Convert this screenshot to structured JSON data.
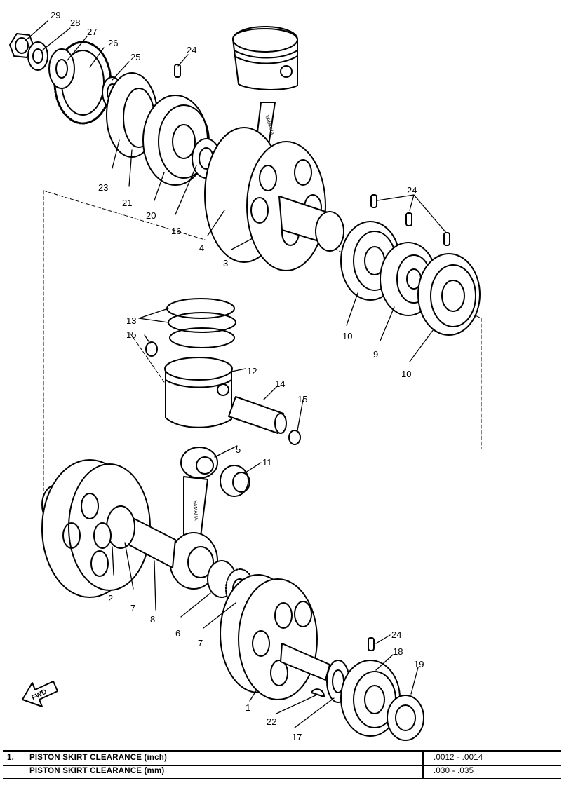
{
  "labels": [
    {
      "id": "29",
      "text": "29"
    },
    {
      "id": "28",
      "text": "28"
    },
    {
      "id": "27",
      "text": "27"
    },
    {
      "id": "26",
      "text": "26"
    },
    {
      "id": "25",
      "text": "25"
    },
    {
      "id": "24a",
      "text": "24"
    },
    {
      "id": "23",
      "text": "23"
    },
    {
      "id": "21",
      "text": "21"
    },
    {
      "id": "20",
      "text": "20"
    },
    {
      "id": "16",
      "text": "16"
    },
    {
      "id": "4",
      "text": "4"
    },
    {
      "id": "3",
      "text": "3"
    },
    {
      "id": "24b",
      "text": "24"
    },
    {
      "id": "10a",
      "text": "10"
    },
    {
      "id": "9",
      "text": "9"
    },
    {
      "id": "10b",
      "text": "10"
    },
    {
      "id": "13",
      "text": "13"
    },
    {
      "id": "15a",
      "text": "15"
    },
    {
      "id": "12",
      "text": "12"
    },
    {
      "id": "14",
      "text": "14"
    },
    {
      "id": "15b",
      "text": "15"
    },
    {
      "id": "5",
      "text": "5"
    },
    {
      "id": "11",
      "text": "11"
    },
    {
      "id": "2",
      "text": "2"
    },
    {
      "id": "7a",
      "text": "7"
    },
    {
      "id": "8",
      "text": "8"
    },
    {
      "id": "6",
      "text": "6"
    },
    {
      "id": "7b",
      "text": "7"
    },
    {
      "id": "24c",
      "text": "24"
    },
    {
      "id": "18",
      "text": "18"
    },
    {
      "id": "19",
      "text": "19"
    },
    {
      "id": "1",
      "text": "1"
    },
    {
      "id": "22",
      "text": "22"
    },
    {
      "id": "17",
      "text": "17"
    }
  ],
  "fwd_label": "FWD",
  "rod_marking": "YAMAHA",
  "spec_table": {
    "rows": [
      {
        "num": "1.",
        "description": "PISTON SKIRT CLEARANCE (inch)",
        "value": ".0012 - .0014"
      },
      {
        "num": "",
        "description": "PISTON SKIRT CLEARANCE (mm)",
        "value": ".030 - .035"
      }
    ]
  }
}
